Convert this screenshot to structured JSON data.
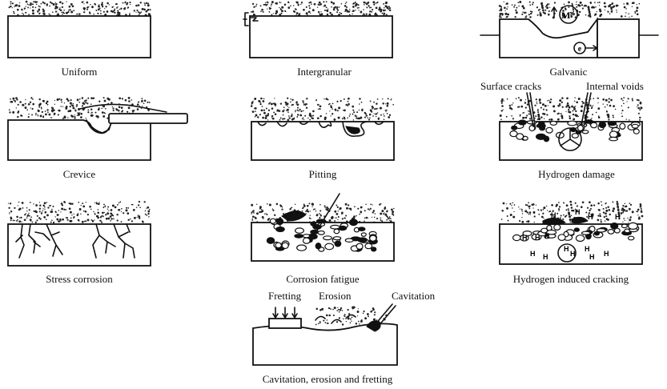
{
  "captions": {
    "uniform": "Uniform",
    "intergranular": "Intergranular",
    "galvanic": "Galvanic",
    "crevice": "Crevice",
    "pitting": "Pitting",
    "hydrogen_damage": "Hydrogen damage",
    "stress_corrosion": "Stress corrosion",
    "corrosion_fatigue": "Corrosion fatigue",
    "hydrogen_induced_cracking": "Hydrogen induced cracking",
    "cavitation_erosion_fretting": "Cavitation, erosion and fretting"
  },
  "annotations": {
    "surface_cracks": "Surface cracks",
    "internal_voids": "Internal voids",
    "fretting": "Fretting",
    "erosion": "Erosion",
    "cavitation": "Cavitation"
  },
  "symbols": {
    "metal_ion": "M⁺",
    "electron": "e",
    "hydrogen": "H"
  }
}
